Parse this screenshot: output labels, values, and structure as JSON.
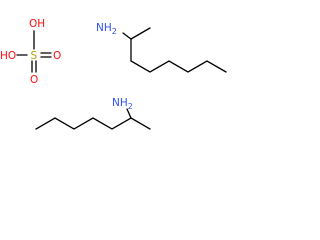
{
  "molecules": {
    "sulfuric_acid": {
      "atoms": {
        "oh_top": "OH",
        "oh_left": "HO",
        "sulfur": "S",
        "o_right": "O",
        "o_bottom": "O"
      }
    },
    "amine_top": {
      "amino": "NH2"
    },
    "amine_bottom": {
      "amino": "NH2"
    }
  },
  "colors": {
    "oxygen": "#ff0d0d",
    "sulfur": "#b3a200",
    "nitrogen": "#3050f8",
    "bond": "#000000"
  }
}
